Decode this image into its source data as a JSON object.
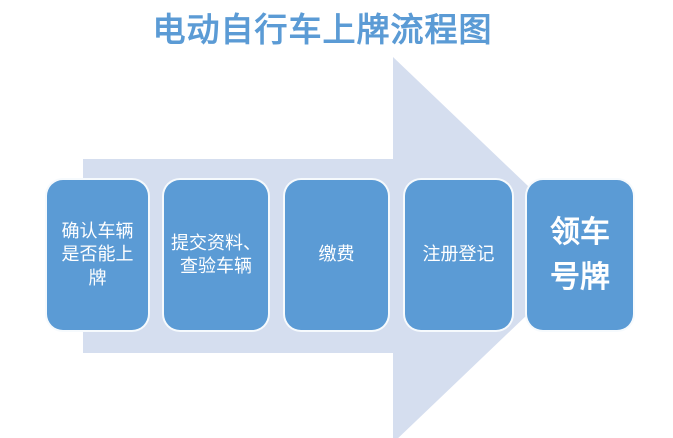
{
  "title": "电动自行车上牌流程图",
  "colors": {
    "title-color": "#5B9BD5",
    "step-fill": "#5B9BD5",
    "step-text": "#FFFFFF",
    "arrow-fill": "#D5DEEF"
  },
  "flow": {
    "type": "process-arrow",
    "direction": "left-to-right",
    "steps": [
      {
        "label": "确认车辆\n是否能上\n牌"
      },
      {
        "label": "提交资料、\n查验车辆"
      },
      {
        "label": "缴费"
      },
      {
        "label": "注册登记"
      },
      {
        "label": "领车\n号牌",
        "emphasis": true
      }
    ]
  }
}
